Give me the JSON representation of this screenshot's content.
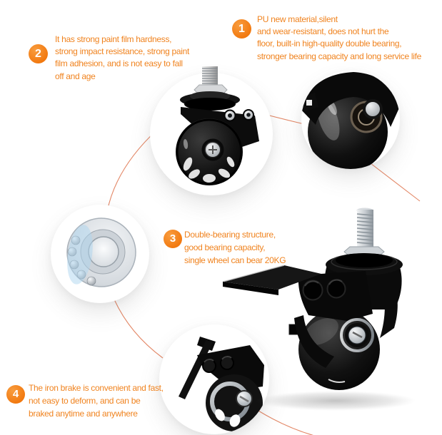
{
  "palette": {
    "accent_text_orange": "#F0831F",
    "badge_orange": "#F2790F",
    "connector_orange": "#E07A55",
    "product_black": "#0B0B0B",
    "metal_silver": "#C9CED3",
    "bearing_blue_tint": "#AED6F0"
  },
  "callouts": [
    {
      "number": "1",
      "lines": [
        "PU new material,silent",
        "and wear-resistant, does not hurt the",
        "floor, built-in high-quality double bearing,",
        "stronger bearing capacity and long service life"
      ]
    },
    {
      "number": "2",
      "lines": [
        "It has strong paint film hardness,",
        "strong impact resistance, strong paint",
        "film adhesion, and is not easy to fall",
        "off and age"
      ]
    },
    {
      "number": "3",
      "lines": [
        "Double-bearing structure,",
        "good bearing capacity,",
        "single wheel can bear 20KG"
      ]
    },
    {
      "number": "4",
      "lines": [
        "The iron brake is convenient and fast,",
        "not easy to deform, and can be",
        "braked anytime and anywhere"
      ]
    }
  ],
  "photos": [
    {
      "id": "swivel-caster-threaded-stem",
      "description": "black swivel caster with threaded stem in circular vignette"
    },
    {
      "id": "pu-wheel-closeup",
      "description": "glossy black PU wheel close-up in circular vignette"
    },
    {
      "id": "double-bearing",
      "description": "steel ball bearing close-up in circular vignette"
    },
    {
      "id": "iron-brake-closeup",
      "description": "iron brake pedal close-up in circular vignette"
    },
    {
      "id": "brake-caster-large",
      "description": "large black caster with brake and threaded stem"
    }
  ]
}
